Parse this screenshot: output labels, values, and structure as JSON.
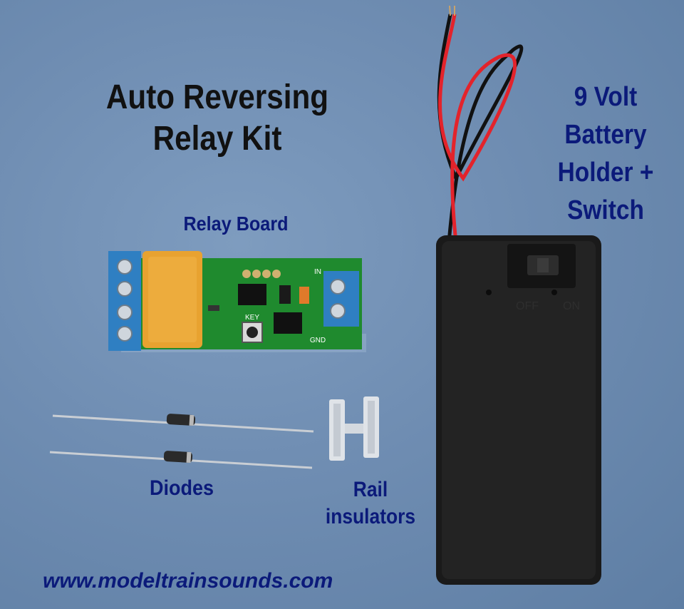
{
  "title": {
    "line1": "Auto Reversing",
    "line2": "Relay Kit"
  },
  "battery": {
    "lines": [
      "9 Volt",
      "Battery",
      "Holder +",
      "Switch"
    ],
    "switch_off": "OFF",
    "switch_on": "ON"
  },
  "relay": {
    "label": "Relay Board",
    "key_text": "KEY",
    "in_text": "IN",
    "gnd_text": "GND"
  },
  "diodes": {
    "label": "Diodes"
  },
  "rail": {
    "line1": "Rail",
    "line2": "insulators"
  },
  "website": "www.modeltrainsounds.com",
  "colors": {
    "background": "#6f8db2",
    "title": "#111111",
    "labels": "#0b1a7a",
    "pcb": "#1f8a2e",
    "relay": "#e8a230",
    "terminal": "#2f7fc2"
  }
}
